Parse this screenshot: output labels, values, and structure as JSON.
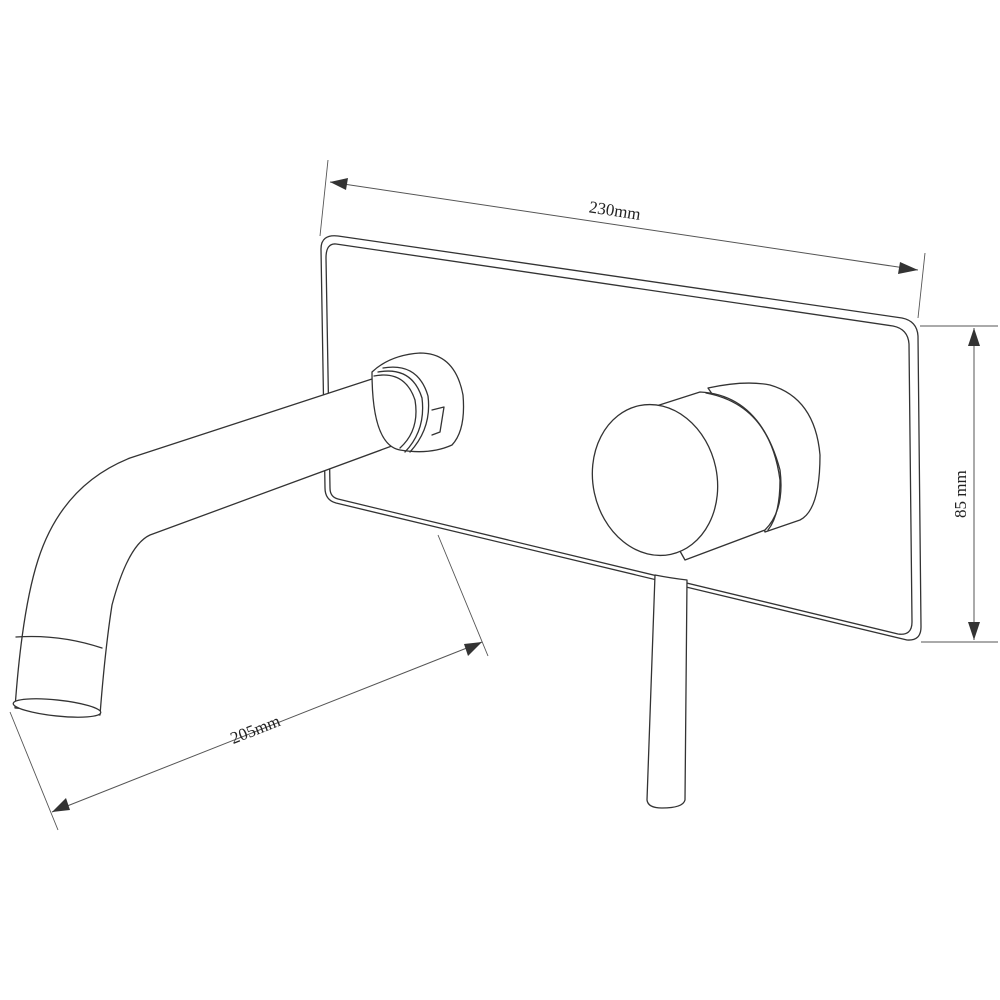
{
  "drawing": {
    "subject": "wall-mounted basin mixer with spout and backplate",
    "line_color": "#333333",
    "background": "#ffffff"
  },
  "dimensions": {
    "width": {
      "label": "230mm",
      "value": 230,
      "unit": "mm",
      "target": "backplate width"
    },
    "height": {
      "label": "85 mm",
      "value": 85,
      "unit": "mm",
      "target": "backplate height"
    },
    "spout": {
      "label": "205mm",
      "value": 205,
      "unit": "mm",
      "target": "spout projection"
    }
  },
  "parts": [
    "backplate",
    "spout",
    "spout-collar",
    "aerator",
    "handle-knob",
    "lever"
  ]
}
